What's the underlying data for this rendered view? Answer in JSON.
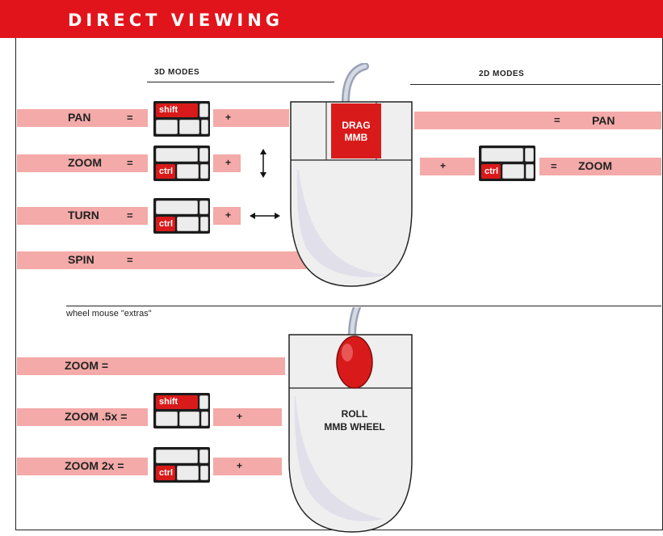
{
  "title": "DIRECT VIEWING",
  "headers": {
    "modes_3d": "3D MODES",
    "modes_2d": "2D MODES"
  },
  "rows_3d": {
    "pan": "PAN",
    "zoom": "ZOOM",
    "turn": "TURN",
    "spin": "SPIN"
  },
  "rows_2d": {
    "pan": "PAN",
    "zoom": "ZOOM"
  },
  "symbols": {
    "equals": "=",
    "plus": "+"
  },
  "keys": {
    "shift": "shift",
    "ctrl": "ctrl"
  },
  "mouse_top": {
    "line1": "DRAG",
    "line2": "MMB"
  },
  "wheel_section": {
    "caption": "wheel mouse \"extras\"",
    "zoom": "ZOOM =",
    "zoom_half": "ZOOM .5x =",
    "zoom_double": "ZOOM 2x ="
  },
  "mouse_bottom": {
    "line1": "ROLL",
    "line2": "MMB WHEEL"
  },
  "colors": {
    "red": "#e1141c",
    "pink_band": "#f3aaa8",
    "mouse_body": "#efefef"
  }
}
